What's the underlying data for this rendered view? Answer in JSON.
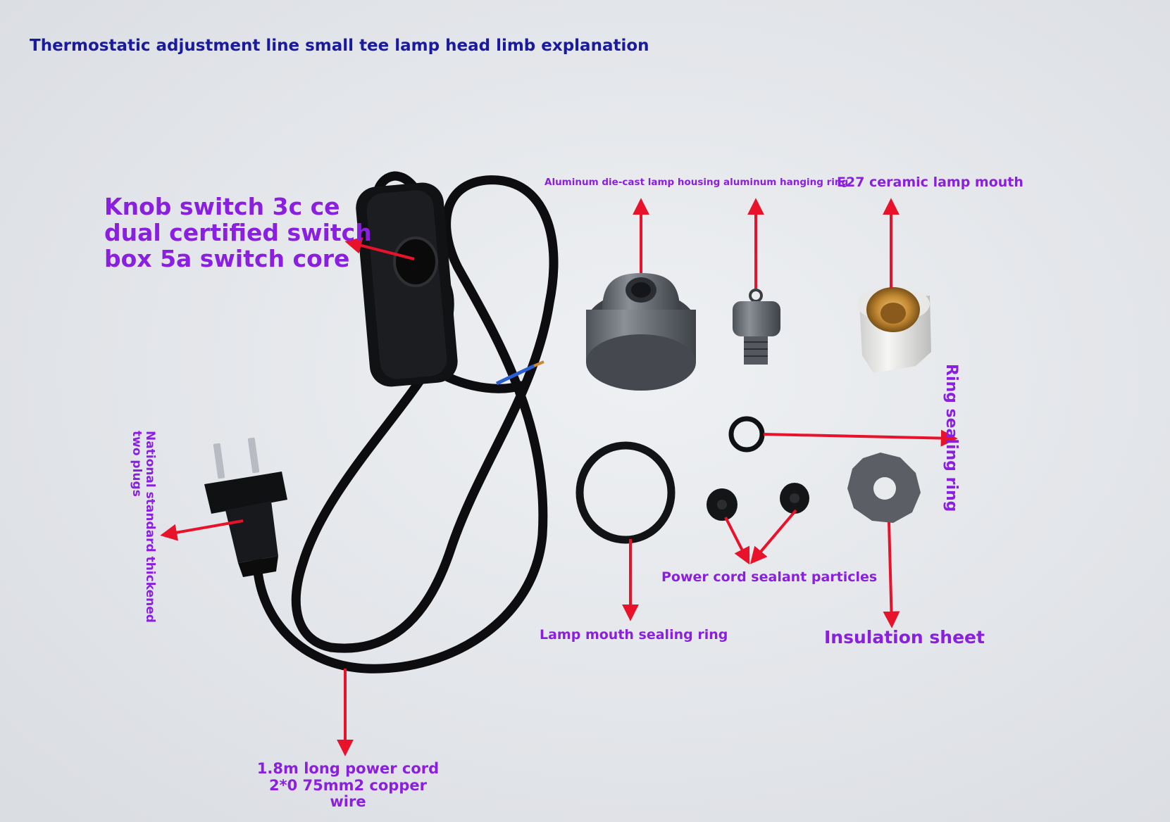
{
  "title": "Thermostatic adjustment line small tee lamp head limb explanation",
  "labels": {
    "knob_switch": [
      "Knob switch 3c ce",
      "dual certified switch",
      "box 5a switch core"
    ],
    "lamp_housing": "Aluminum die-cast lamp housing aluminum hanging ring",
    "ceramic_mouth": "E27 ceramic lamp mouth",
    "ring_seal": "Ring sealing ring",
    "plug": [
      "National standard thickened",
      "two plugs"
    ],
    "sealant_particles": "Power cord sealant particles",
    "mouth_ring": "Lamp mouth sealing ring",
    "insulation": "Insulation sheet",
    "power_cord": [
      "1.8m long power cord",
      "2*0 75mm2 copper",
      "wire"
    ]
  },
  "colors": {
    "background": "#e6e8ec",
    "title": "#1a1a9e",
    "label": "#8a1fe0",
    "arrow": "#e8122a",
    "cable": "#0d0d0f"
  },
  "icons": [
    "arrow-icon",
    "plug-icon",
    "switch-box-icon",
    "lamp-housing-icon",
    "hanging-ring-icon",
    "ceramic-socket-icon",
    "o-ring-icon",
    "sealant-particle-icon",
    "insulation-sheet-icon"
  ]
}
